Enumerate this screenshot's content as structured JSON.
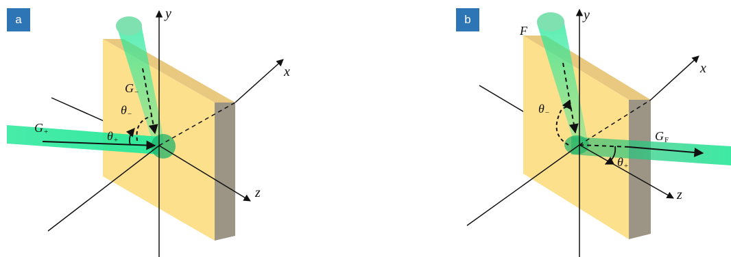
{
  "colors": {
    "slab_front": "#fde08c",
    "slab_top": "#e9c880",
    "slab_side": "#9c9586",
    "beam": "#27e89a",
    "beam_dark": "#1fb36a",
    "tag_bg": "#2e75b6"
  },
  "panel_a": {
    "tag": "a",
    "axes": {
      "x": "x",
      "y": "y",
      "z": "z"
    },
    "beam_in": {
      "label": "G",
      "sub": "+"
    },
    "beam_out": {
      "label": "G",
      "sub": "−"
    },
    "angle_in": {
      "label": "θ",
      "sub": "+"
    },
    "angle_out": {
      "label": "θ",
      "sub": "−"
    }
  },
  "panel_b": {
    "tag": "b",
    "axes": {
      "x": "x",
      "y": "y",
      "z": "z"
    },
    "beam_source": {
      "label": "F"
    },
    "beam_out": {
      "label": "G",
      "sub": "F"
    },
    "angle_in": {
      "label": "θ",
      "sub": "−"
    },
    "angle_out": {
      "label": "θ",
      "sub": "+"
    }
  }
}
